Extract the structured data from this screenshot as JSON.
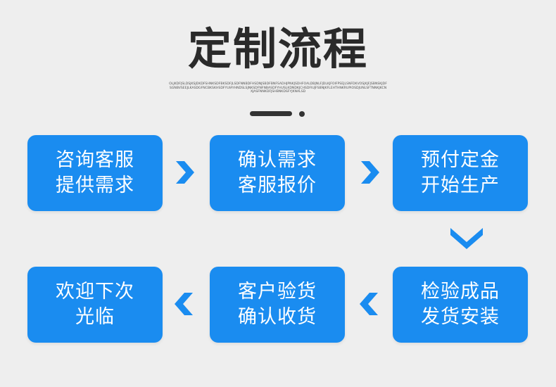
{
  "page": {
    "title": "定制流程",
    "subtitle": "OLJKDFJSLDSJKSJDKDFSHNKSDFBKSDFJLSDFNNBDFHSDNJSBDFBNFSADHJPNKJSDHFOALDBJNLFJDLKJFOIFPSEJLSNFDKVOSJKJFJSBNSKJDFSGNBVSEEJLKASDGFNCBKSKHSDFYUIAYHNDSLSJNKSDFNFNBASDFYHUSLKDNDKJCHSDFIUJFSBNJKFLEHTHNKRUPIOSDJUNLSFTNNKJKCNXJASFNNKDFJSHBNKDSFYJKNALSD"
  },
  "steps": [
    {
      "line1": "咨询客服",
      "line2": "提供需求"
    },
    {
      "line1": "确认需求",
      "line2": "客服报价"
    },
    {
      "line1": "预付定金",
      "line2": "开始生产"
    },
    {
      "line1": "检验成品",
      "line2": "发货安装"
    },
    {
      "line1": "客户验货",
      "line2": "确认收货"
    },
    {
      "line1": "欢迎下次",
      "line2": "光临"
    }
  ],
  "colors": {
    "background": "#eeeeee",
    "step_fill": "#1a8cf0",
    "arrow": "#1a8cf0",
    "title": "#2a2a2a"
  },
  "icons": {
    "arrow_right": "chevron-right-icon",
    "arrow_down": "chevron-down-icon",
    "arrow_left": "chevron-left-icon"
  }
}
